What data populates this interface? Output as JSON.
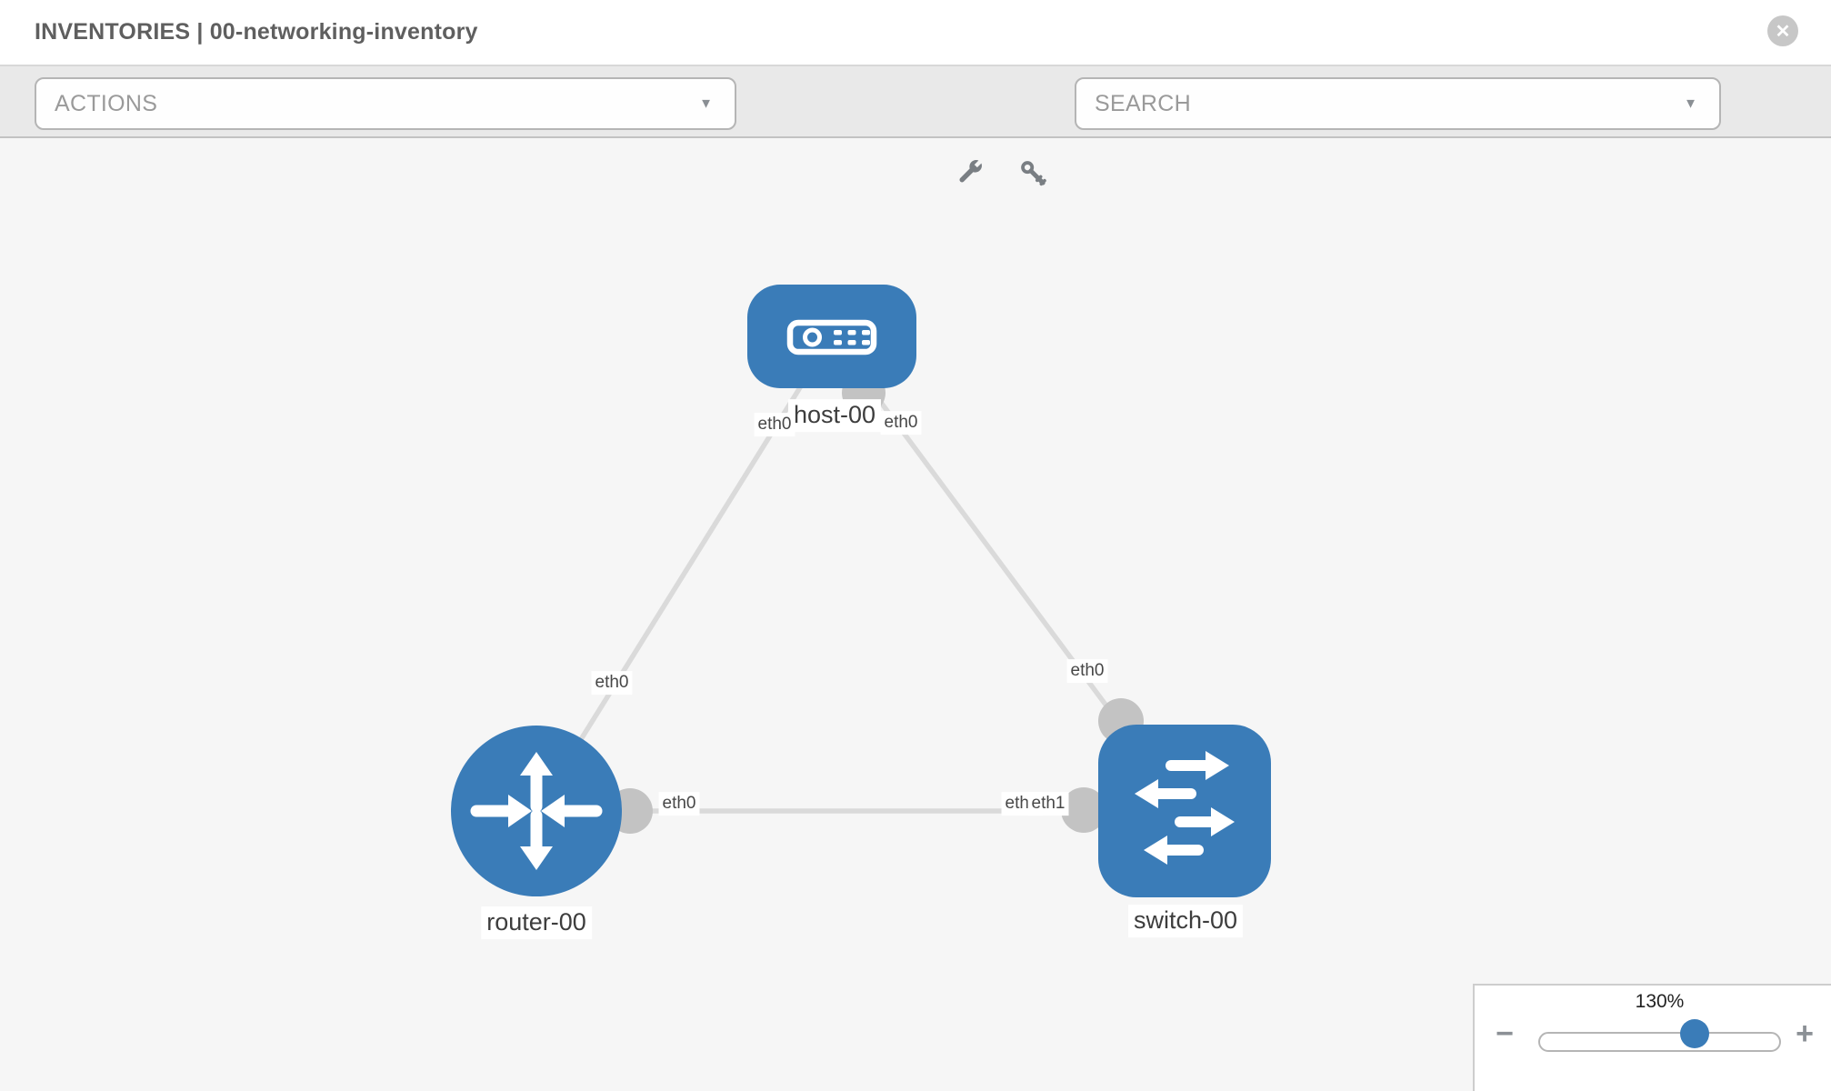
{
  "header": {
    "title": "INVENTORIES | 00-networking-inventory",
    "close_glyph": "✕"
  },
  "toolbar": {
    "actions_label": "ACTIONS",
    "search_label": "SEARCH",
    "dropdown_arrow": "▼"
  },
  "topology": {
    "nodes": [
      {
        "label": "host-00",
        "type": "host"
      },
      {
        "label": "router-00",
        "type": "router"
      },
      {
        "label": "switch-00",
        "type": "switch"
      }
    ],
    "links": [
      {
        "from": "host-00",
        "to": "router-00",
        "from_interface": "eth0",
        "to_interface": "eth0"
      },
      {
        "from": "host-00",
        "to": "switch-00",
        "from_interface": "eth0",
        "to_interface": "eth0"
      },
      {
        "from": "router-00",
        "to": "switch-00",
        "from_interface": "eth0",
        "to_interface": "eth1"
      }
    ],
    "interface_labels": [
      {
        "label": "eth0",
        "location": "host-left"
      },
      {
        "label": "eth0",
        "location": "host-right"
      },
      {
        "label": "eth0",
        "location": "router-top-link"
      },
      {
        "label": "eth0",
        "location": "router-right-port"
      },
      {
        "label": "eth0",
        "location": "switch-left-port-under"
      },
      {
        "label": "eth1",
        "location": "switch-left-port-over"
      },
      {
        "label": "eth0",
        "location": "switch-top-link"
      }
    ]
  },
  "zoom_control": {
    "level": "130%",
    "percent": 64,
    "minus_label": "−",
    "plus_label": "+"
  },
  "colors": {
    "node_blue": "#3a7cb8",
    "link_gray": "#dadada",
    "port_gray": "#c3c3c3",
    "canvas_bg": "#f6f6f6",
    "toolbar_bg": "#e9e9e9"
  }
}
